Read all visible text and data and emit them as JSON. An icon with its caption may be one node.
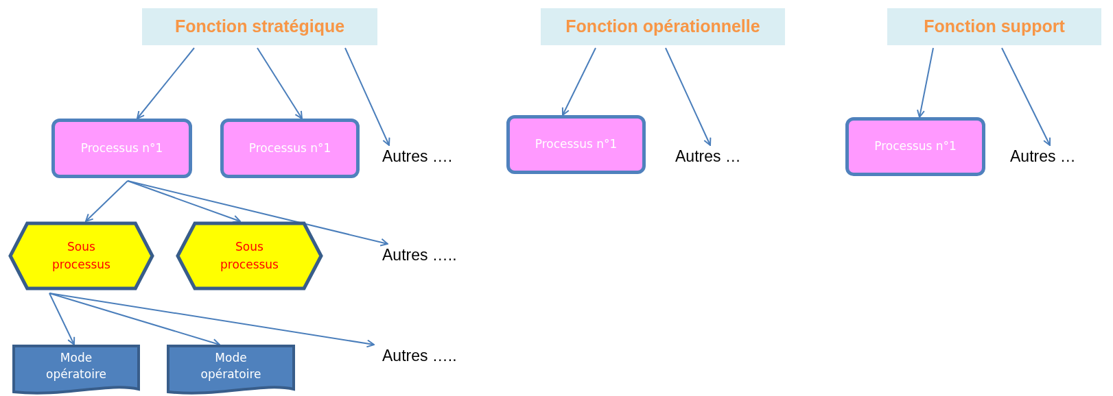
{
  "diagram": {
    "nodes": [
      {
        "text": [
          "Fonction stratégique"
        ]
      },
      {
        "text": [
          "Fonction opérationnelle"
        ]
      },
      {
        "text": [
          "Fonction support"
        ]
      },
      {
        "text": [
          "Processus n°1"
        ]
      },
      {
        "text": [
          "Processus n°1"
        ]
      },
      {
        "text": [
          "Autres …."
        ]
      },
      {
        "text": [
          "Processus n°1"
        ]
      },
      {
        "text": [
          "Autres …"
        ]
      },
      {
        "text": [
          "Processus n°1"
        ]
      },
      {
        "text": [
          "Autres …"
        ]
      },
      {
        "text": [
          "Sous processus"
        ]
      },
      {
        "text": [
          "Sous processus"
        ]
      },
      {
        "text": [
          "Autres ….."
        ]
      },
      {
        "text": [
          "Mode opératoire"
        ]
      },
      {
        "text": [
          "Mode opératoire"
        ]
      },
      {
        "text": [
          "Autres ….."
        ]
      }
    ],
    "edges": [
      {
        "from": 0,
        "to": 3,
        "arrow": "to"
      },
      {
        "from": 0,
        "to": 4,
        "arrow": "to"
      },
      {
        "from": 0,
        "to": 5,
        "arrow": "to"
      },
      {
        "from": 1,
        "to": 6,
        "arrow": "to"
      },
      {
        "from": 1,
        "to": 7,
        "arrow": "to"
      },
      {
        "from": 2,
        "to": 8,
        "arrow": "to"
      },
      {
        "from": 2,
        "to": 9,
        "arrow": "to"
      },
      {
        "from": 3,
        "to": 10,
        "arrow": "to"
      },
      {
        "from": 3,
        "to": 11,
        "arrow": "to"
      },
      {
        "from": 3,
        "to": 12,
        "arrow": "to"
      },
      {
        "from": 10,
        "to": 13,
        "arrow": "to"
      },
      {
        "from": 10,
        "to": 14,
        "arrow": "to"
      },
      {
        "from": 10,
        "to": 15,
        "arrow": "to"
      }
    ]
  }
}
